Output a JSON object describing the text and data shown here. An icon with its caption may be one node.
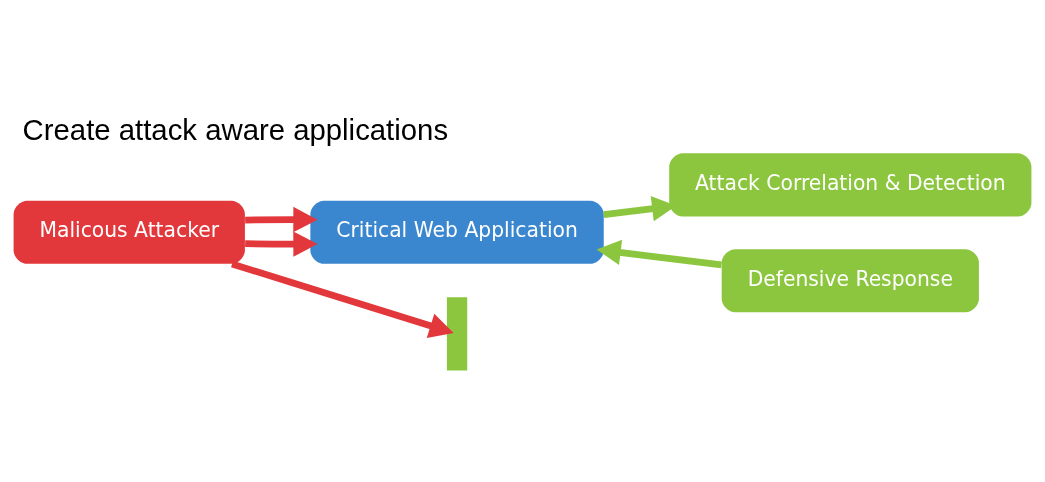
{
  "diagram": {
    "title": "Create attack aware applications",
    "nodes": [
      {
        "text": [
          "Malicous Attacker"
        ]
      },
      {
        "text": [
          "Critical Web Application"
        ]
      },
      {
        "text": [
          "Attack Correlation & Detection"
        ]
      },
      {
        "text": [
          "Defensive Response"
        ]
      },
      {
        "text": [],
        "shape": "bar"
      }
    ],
    "edges": [
      {
        "from": 0,
        "to": 1,
        "arrow": "to"
      },
      {
        "from": 0,
        "to": 1,
        "arrow": "to"
      },
      {
        "from": 0,
        "to": 4,
        "arrow": "to"
      },
      {
        "from": 1,
        "to": 2,
        "arrow": "to",
        "color": "#8cc63f"
      },
      {
        "from": 3,
        "to": 1,
        "arrow": "to",
        "color": "#8cc63f"
      }
    ]
  }
}
